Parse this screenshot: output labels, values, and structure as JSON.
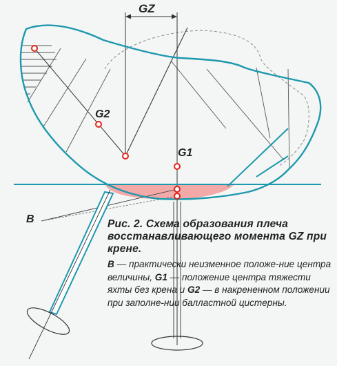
{
  "labels": {
    "gz": "GZ",
    "g1": "G1",
    "g2": "G2",
    "b": "B"
  },
  "caption": {
    "title": "Рис. 2. Схема образования плеча восстанавливающего момента GZ при крене.",
    "b_key": "B",
    "b_text": " — практически неизменное положе-ние центра величины, ",
    "g1_key": "G1",
    "g1_text": " — положение центра тяжести яхты без крена и ",
    "g2_key": "G2",
    "g2_text": " — в накрененном положении при заполне-нии балластной цистерны."
  },
  "colors": {
    "hull_outline": "#1e98ae",
    "ballast_fill": "#f2a9a8",
    "marker": "#e2231a",
    "line": "#333333",
    "dashed": "#888888"
  }
}
